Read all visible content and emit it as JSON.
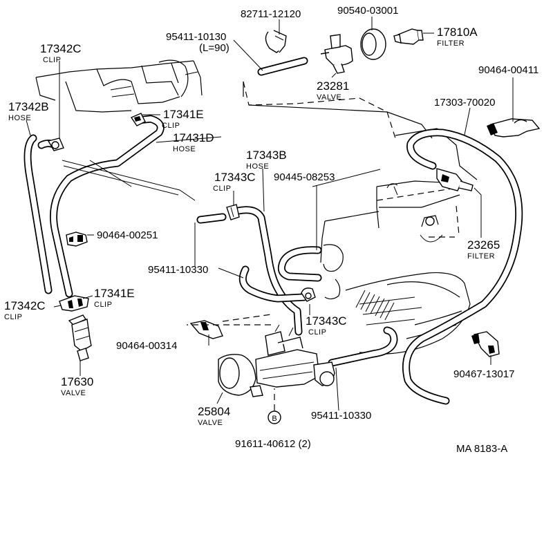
{
  "labels": [
    {
      "key": "p82711",
      "num": "82711-12120",
      "sub": ""
    },
    {
      "key": "p90540",
      "num": "90540-03001",
      "sub": ""
    },
    {
      "key": "p17810",
      "num": "17810A",
      "sub": "FILTER"
    },
    {
      "key": "p95411a",
      "num": "95411-10130",
      "sub": "(L=90)"
    },
    {
      "key": "p17342c_top",
      "num": "17342C",
      "sub": "CLIP"
    },
    {
      "key": "p90464_411",
      "num": "90464-00411",
      "sub": ""
    },
    {
      "key": "p23281",
      "num": "23281",
      "sub": "VALVE"
    },
    {
      "key": "p17342b",
      "num": "17342B",
      "sub": "HOSE"
    },
    {
      "key": "p17341e_top",
      "num": "17341E",
      "sub": "CLIP"
    },
    {
      "key": "p17303",
      "num": "17303-70020",
      "sub": ""
    },
    {
      "key": "p17431d",
      "num": "17431D",
      "sub": "HOSE"
    },
    {
      "key": "p17343b",
      "num": "17343B",
      "sub": "HOSE"
    },
    {
      "key": "p17343c_top",
      "num": "17343C",
      "sub": "CLIP"
    },
    {
      "key": "p90445",
      "num": "90445-08253",
      "sub": ""
    },
    {
      "key": "p90464_251",
      "num": "90464-00251",
      "sub": ""
    },
    {
      "key": "p23265",
      "num": "23265",
      "sub": "FILTER"
    },
    {
      "key": "p95411b",
      "num": "95411-10330",
      "sub": ""
    },
    {
      "key": "p17341e_bot",
      "num": "17341E",
      "sub": "CLIP"
    },
    {
      "key": "p17342c_bot",
      "num": "17342C",
      "sub": "CLIP"
    },
    {
      "key": "p17343c_bot",
      "num": "17343C",
      "sub": "CLIP"
    },
    {
      "key": "p90464_314",
      "num": "90464-00314",
      "sub": ""
    },
    {
      "key": "p90467",
      "num": "90467-13017",
      "sub": ""
    },
    {
      "key": "p17630",
      "num": "17630",
      "sub": "VALVE"
    },
    {
      "key": "p25804",
      "num": "25804",
      "sub": "VALVE"
    },
    {
      "key": "p95411c",
      "num": "95411-10330",
      "sub": ""
    },
    {
      "key": "p91611",
      "num": "91611-40612 (2)",
      "sub": ""
    }
  ],
  "marker": "B",
  "drawing_code": "MA  8183-A"
}
